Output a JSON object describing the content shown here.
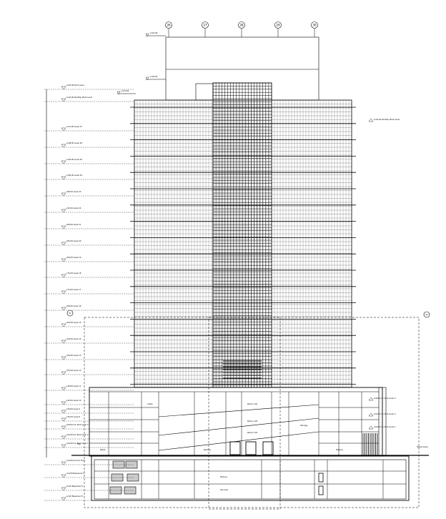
{
  "grid_labels": [
    "26",
    "27",
    "28",
    "29",
    "30"
  ],
  "detail_callouts": [
    "01",
    "02"
  ],
  "level_labels": [
    "+120.00 Roof Level",
    "+116.00 Rooftop Plant Level",
    "+112.00 Level 27",
    "+108.00 Level 26",
    "+104.00 Level 25",
    "+100.00 Level 24",
    "+96.00 Level 23",
    "+92.00 Level 22",
    "+88.00 Level 21",
    "+84.00 Level 20",
    "+80.00 Level 19",
    "+76.00 Level 18",
    "+72.00 Level 17",
    "+68.00 Level 16",
    "+64.00 Level 15",
    "+60.00 Level 14",
    "+56.00 Level 13",
    "+52.00 Level 12",
    "+48.00 Level 11",
    "+44.00 Level 10",
    "+40.00 Level 9",
    "+36.00 Level 8",
    "+28.00 Car Park Level 3",
    "+24.00 Car Park Level 2",
    "+20.00 Car Park Level 1",
    "+16.00 Ground Floor",
    "+10.00 Basement 1",
    "+6.00 Basement 2",
    "+2.00 Basement 3"
  ],
  "right_levels": [
    "+116.00 Rooftop Plant Level",
    "+28.00 Car Park Level 3",
    "+24.00 Car Park Level 2",
    "+20.00 Car Park Level 1"
  ],
  "top_markers": [
    "+124.00",
    "+118.00",
    "+115.50"
  ],
  "ground_marks": [
    "FGL",
    "Street Level"
  ],
  "podium_labels": [
    "Ramp 1:20",
    "Ramp 1:20",
    "Ramp 1:20",
    "Retail",
    "Lobby",
    "Parking",
    "Parking",
    "Parking",
    "Services",
    "Storage"
  ]
}
